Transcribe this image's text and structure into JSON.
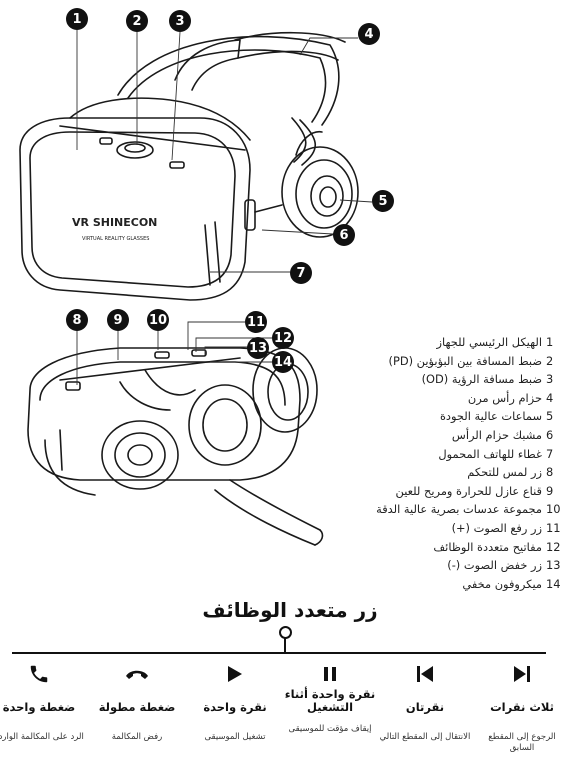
{
  "callouts": [
    "1",
    "2",
    "3",
    "4",
    "5",
    "6",
    "7",
    "8",
    "9",
    "10",
    "11",
    "12",
    "13",
    "14"
  ],
  "brand": {
    "logo_main": "VR SHINECON",
    "logo_sub": "VIRTUAL REALITY GLASSES"
  },
  "parts": [
    {
      "num": "1",
      "label": "الهيكل الرئيسي للجهاز"
    },
    {
      "num": "2",
      "label": "ضبط المسافة بين البؤبؤين (PD)"
    },
    {
      "num": "3",
      "label": "ضبط مسافة الرؤية (OD)"
    },
    {
      "num": "4",
      "label": "حزام رأس مرن"
    },
    {
      "num": "5",
      "label": "سماعات عالية الجودة"
    },
    {
      "num": "6",
      "label": "مشبك حزام الرأس"
    },
    {
      "num": "7",
      "label": "غطاء للهاتف المحمول"
    },
    {
      "num": "8",
      "label": "زر لمس للتحكم"
    },
    {
      "num": "9",
      "label": "قناع عازل للحرارة ومريح للعين"
    },
    {
      "num": "10",
      "label": "مجموعة عدسات بصرية عالية الدقة"
    },
    {
      "num": "11",
      "label": "زر رفع الصوت (+)"
    },
    {
      "num": "12",
      "label": "مفاتيح متعددة الوظائف"
    },
    {
      "num": "13",
      "label": "زر خفض الصوت (-)"
    },
    {
      "num": "14",
      "label": "ميكروفون مخفي"
    }
  ],
  "multifunction": {
    "title": "زر متعدد الوظائف",
    "functions": [
      {
        "icon": "phone-icon",
        "label": "ضغطة واحدة",
        "desc": "الرد على المكالمة الواردة"
      },
      {
        "icon": "hang-up-icon",
        "label": "ضغطة مطولة",
        "desc": "رفض المكالمة"
      },
      {
        "icon": "play-icon",
        "label": "نقرة واحدة",
        "desc": "تشغيل الموسيقى"
      },
      {
        "icon": "pause-icon",
        "label": "نقرة واحدة أثناء التشغيل",
        "desc": "إيقاف مؤقت للموسيقى"
      },
      {
        "icon": "previous-track-icon",
        "label": "نقرتان",
        "desc": "الانتقال إلى المقطع التالي"
      },
      {
        "icon": "next-track-icon",
        "label": "ثلاث نقرات",
        "desc": "الرجوع إلى المقطع السابق"
      }
    ]
  }
}
